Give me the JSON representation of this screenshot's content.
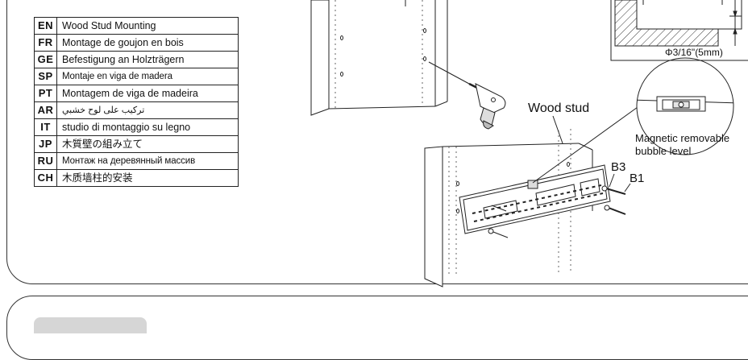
{
  "languages": [
    {
      "code": "EN",
      "label": "Wood Stud Mounting"
    },
    {
      "code": "FR",
      "label": "Montage de goujon en bois"
    },
    {
      "code": "GE",
      "label": "Befestigung an Holzträgern"
    },
    {
      "code": "SP",
      "label": "Montaje en viga de madera"
    },
    {
      "code": "PT",
      "label": "Montagem de viga de madeira"
    },
    {
      "code": "AR",
      "label": "تركيب على لوح خشبي"
    },
    {
      "code": "IT",
      "label": "studio di montaggio su legno"
    },
    {
      "code": "JP",
      "label": "木質壁の組み立て"
    },
    {
      "code": "RU",
      "label": "Монтаж на деревянный массив"
    },
    {
      "code": "CH",
      "label": "木质墙柱的安装"
    }
  ],
  "callouts": {
    "wood_stud": "Wood stud",
    "b3": "B3",
    "b1": "B1",
    "level_line1": "Magnetic removable",
    "level_line2": "bubble level",
    "drill_size": "Φ3/16\"(5mm)"
  }
}
